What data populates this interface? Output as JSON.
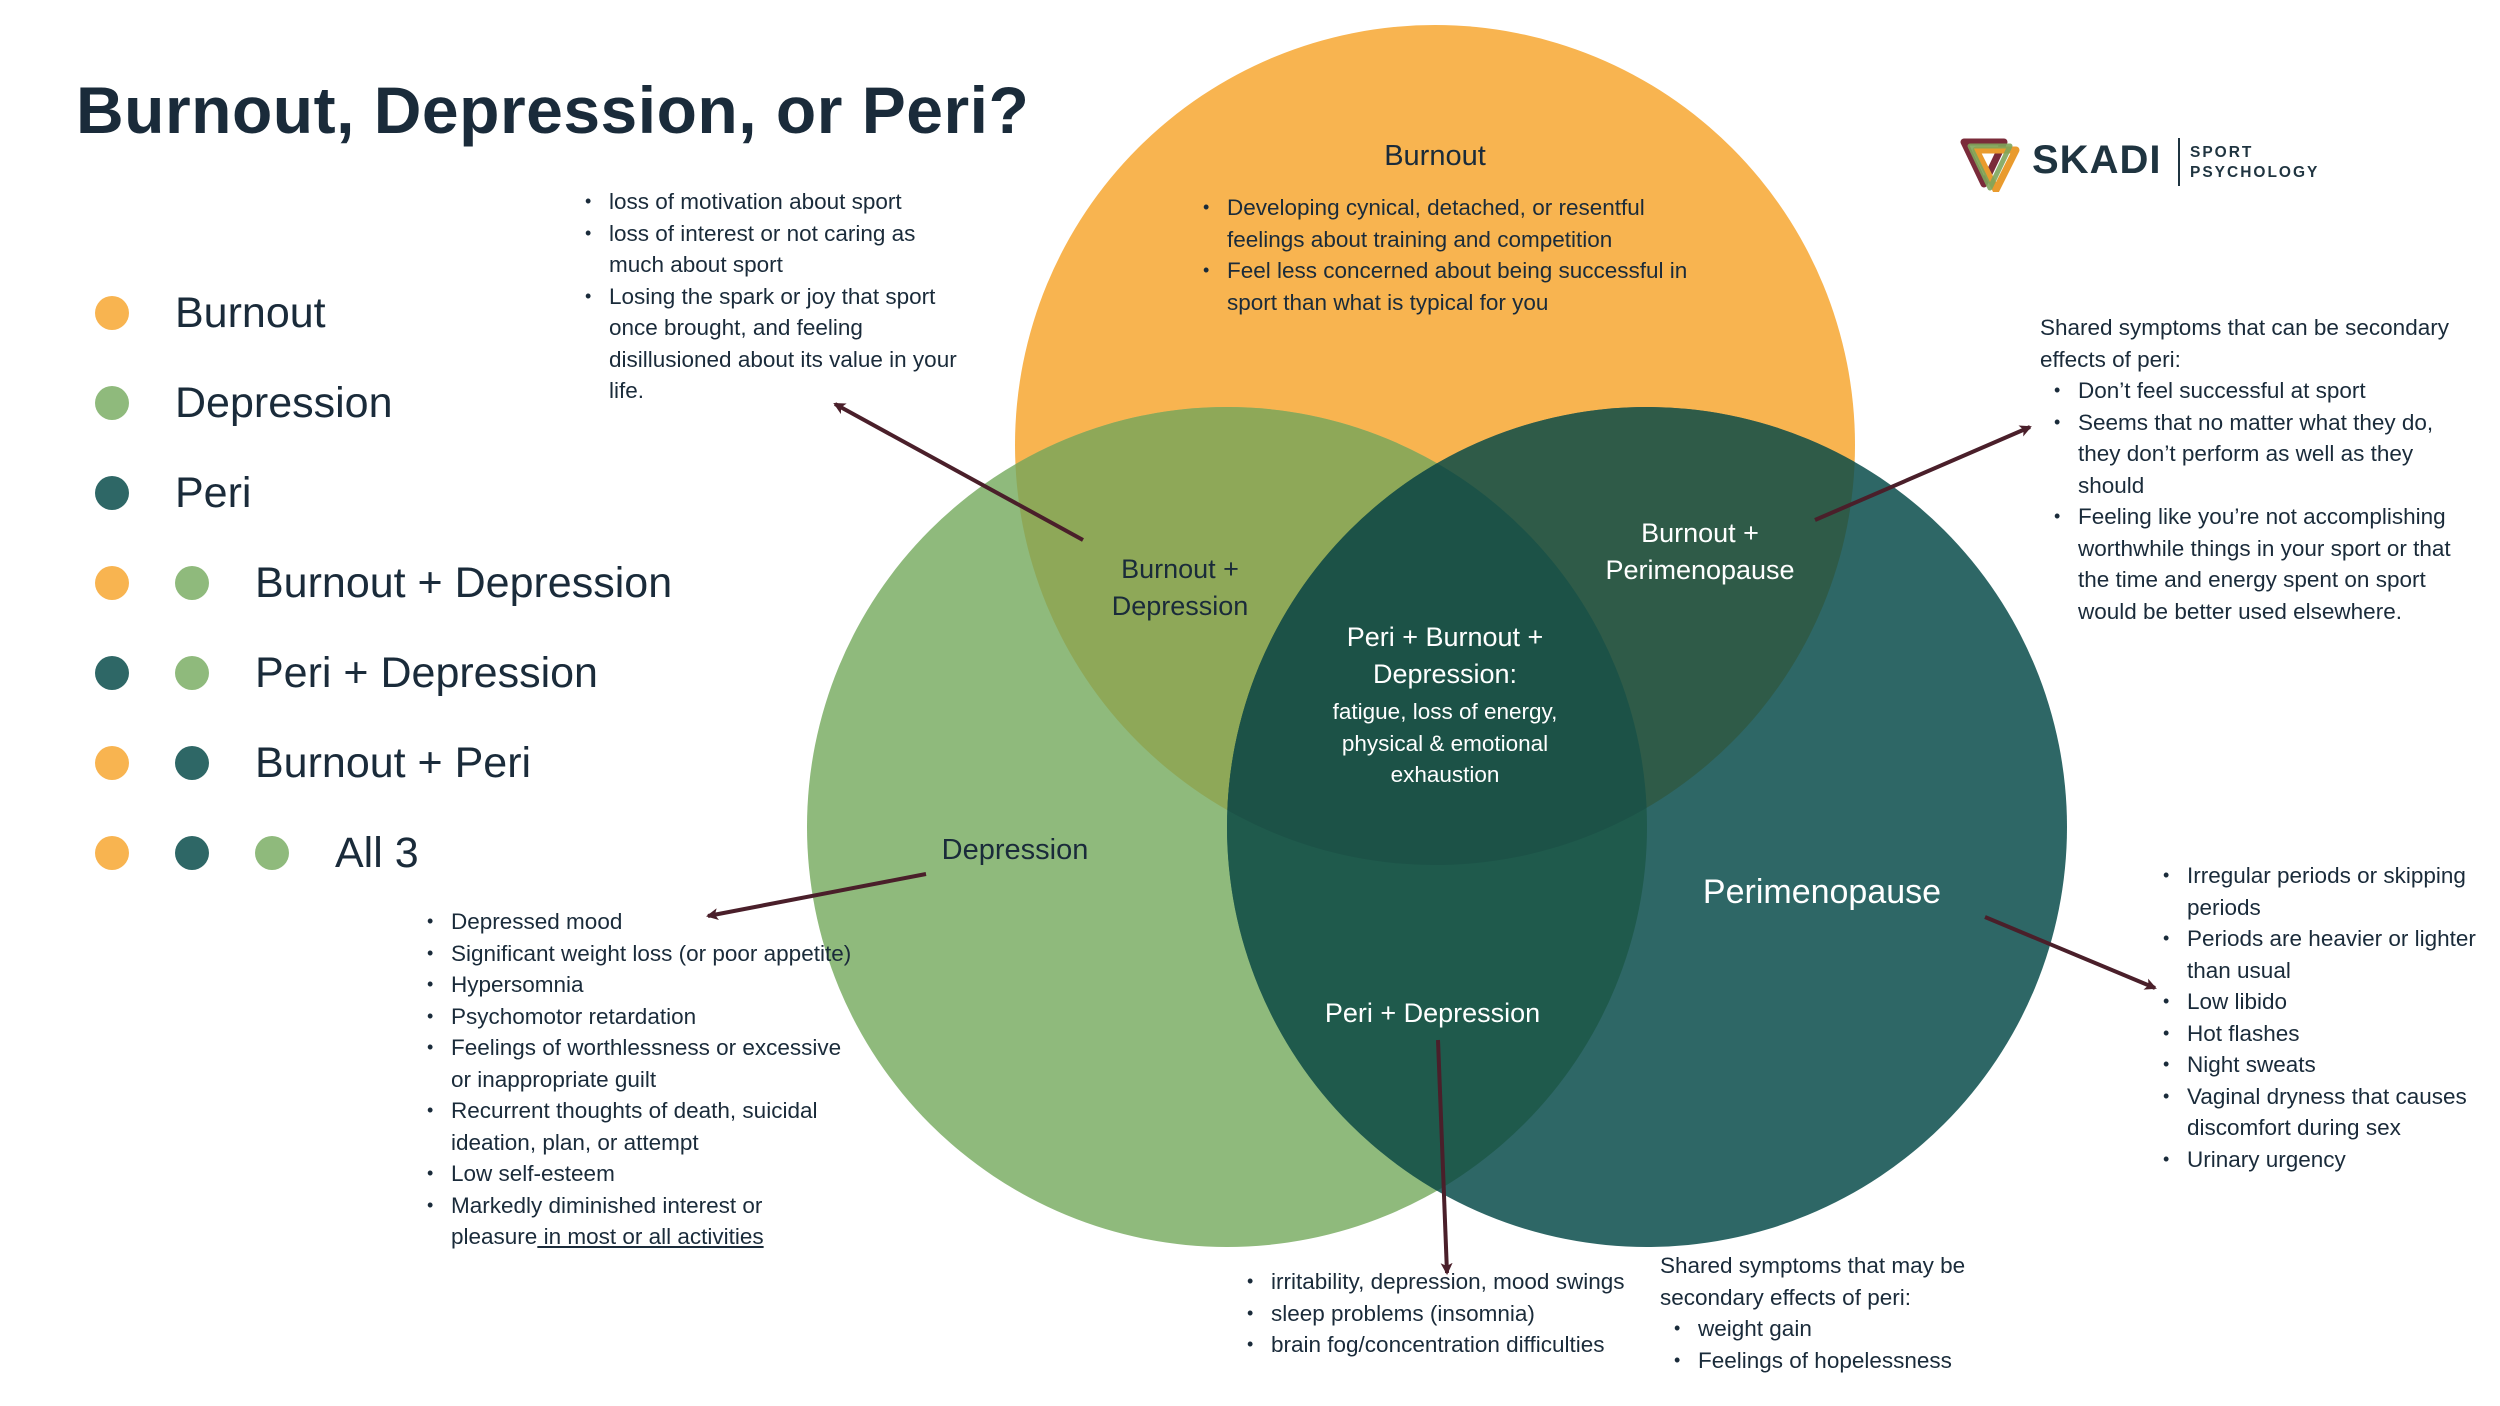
{
  "title": "Burnout, Depression, or Peri?",
  "colors": {
    "burnout": "#f8b450",
    "depression": "#8fba7c",
    "peri": "#2e6766",
    "burnout_depression": "#8ea858",
    "burnout_peri": "#2f5b48",
    "peri_depression": "#1f5a4c",
    "all3": "#1c5247",
    "text": "#1a2b3a",
    "arrow": "#4a1f2a"
  },
  "legend": [
    {
      "dots": [
        "burnout"
      ],
      "label": "Burnout"
    },
    {
      "dots": [
        "depression"
      ],
      "label": "Depression"
    },
    {
      "dots": [
        "peri"
      ],
      "label": "Peri"
    },
    {
      "dots": [
        "burnout",
        "depression"
      ],
      "label": "Burnout + Depression"
    },
    {
      "dots": [
        "peri",
        "depression"
      ],
      "label": "Peri + Depression"
    },
    {
      "dots": [
        "burnout",
        "peri"
      ],
      "label": "Burnout + Peri"
    },
    {
      "dots": [
        "burnout",
        "peri",
        "depression"
      ],
      "label": "All 3"
    }
  ],
  "logo": {
    "word": "SKADI",
    "sub1": "SPORT",
    "sub2": "PSYCHOLOGY",
    "icon": "triangle-knot-icon"
  },
  "regions": {
    "burnout": {
      "label": "Burnout",
      "items": [
        "Developing cynical, detached, or resentful feelings about training and competition",
        "Feel less concerned about being successful in sport than what is typical for you"
      ]
    },
    "depression": {
      "label": "Depression"
    },
    "peri": {
      "label": "Perimenopause"
    },
    "burnout_depression": {
      "label": "Burnout + Depression"
    },
    "burnout_peri": {
      "label": "Burnout + Perimenopause"
    },
    "peri_depression": {
      "label": "Peri + Depression"
    },
    "all3": {
      "label": "Peri + Burnout + Depression:",
      "detail": "fatigue, loss of energy, physical & emotional exhaustion"
    }
  },
  "notes": {
    "burnout_depression": [
      "loss of motivation about sport",
      "loss of interest or not caring as much about sport",
      "Losing the spark or joy that sport once brought, and feeling disillusioned about its value in your life."
    ],
    "burnout_peri": {
      "intro": "Shared symptoms that can be secondary effects of peri:",
      "items": [
        "Don’t feel successful at sport",
        "Seems that no matter what they do, they don’t perform as well as they should",
        "Feeling like you’re not accomplishing worthwhile things in your sport or that the time and energy spent on sport would be better used elsewhere."
      ]
    },
    "depression": [
      "Depressed mood",
      "Significant weight loss (or poor appetite)",
      "Hypersomnia",
      "Psychomotor retardation",
      "Feelings of worthlessness or excessive or inappropriate guilt",
      "Recurrent thoughts of death,  suicidal ideation, plan, or attempt",
      "Low self-esteem",
      "Markedly diminished interest or"
    ],
    "depression_last_line_a": "pleasure",
    "depression_last_line_b": " in most or all activities",
    "peri": [
      "Irregular periods or skipping periods",
      "Periods are heavier or lighter than usual",
      "Low libido",
      "Hot flashes",
      "Night sweats",
      "Vaginal dryness that causes discomfort during sex",
      "Urinary urgency"
    ],
    "peri_depression": [
      "irritability, depression, mood swings",
      "sleep problems (insomnia)",
      "brain fog/concentration difficulties"
    ],
    "peri_depression_secondary": {
      "intro": "Shared symptoms that may be secondary effects of peri:",
      "items": [
        "weight gain",
        "Feelings of hopelessness"
      ]
    }
  }
}
